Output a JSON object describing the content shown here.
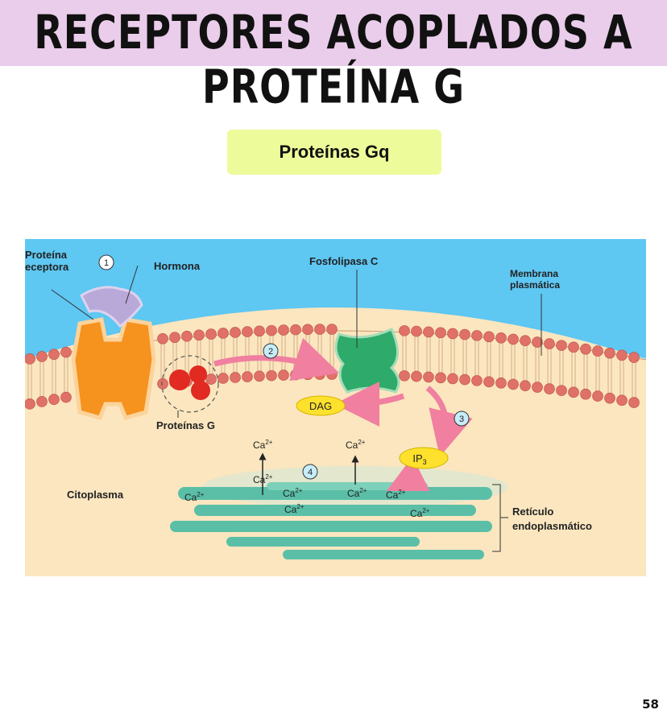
{
  "header": {
    "title": "RECEPTORES ACOPLADOS A PROTEÍNA G"
  },
  "subtitle": "Proteínas Gq",
  "diagram": {
    "labels": {
      "receptor_line1": "Proteína",
      "receptor_line2": "eceptora",
      "hormone": "Hormona",
      "phospholipase": "Fosfolipasa C",
      "membrane_line1": "Membrana",
      "membrane_line2": "plasmática",
      "g_proteins": "Proteínas G",
      "dag": "DAG",
      "ip3_base": "IP",
      "ip3_sub": "3",
      "cytoplasm": "Citoplasma",
      "er_line1": "Retículo",
      "er_line2": "endoplasmático",
      "calcium_base": "Ca",
      "calcium_charge": "2+"
    },
    "steps": [
      "1",
      "2",
      "3",
      "4"
    ],
    "colors": {
      "sky": "#5ec7f2",
      "cytoplasm": "#fbe6bf",
      "lipid_head": "#e07168",
      "receptor": "#f6921e",
      "hormone": "#b9a9d9",
      "phospholipase": "#2eaa6a",
      "er": "#5bbfa8",
      "arrow": "#f07fa0",
      "dag_ip3": "#fde12d",
      "g_protein": "#e02a22"
    }
  },
  "footer": {
    "page_number": "58"
  }
}
